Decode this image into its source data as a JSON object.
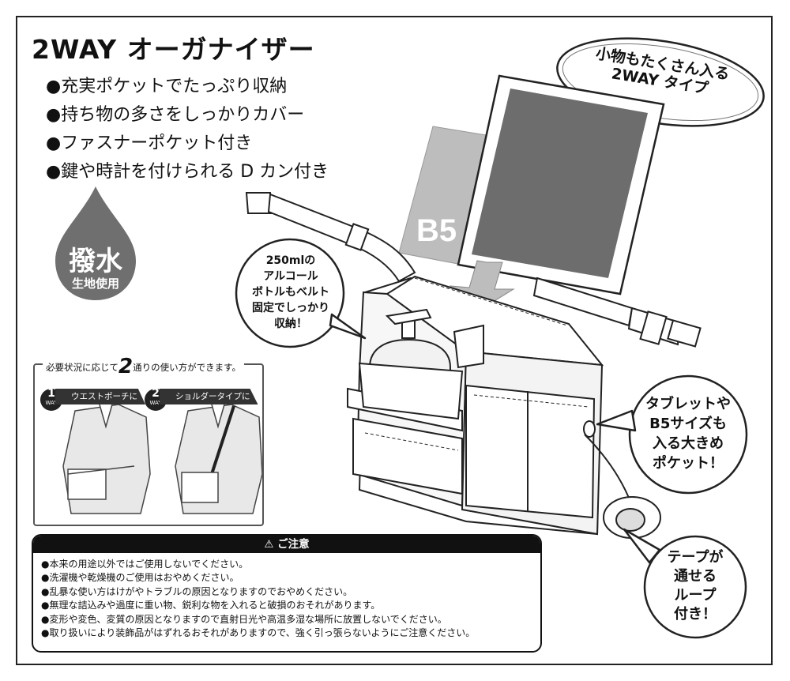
{
  "title": "2WAY オーガナイザー",
  "features": [
    "●充実ポケットでたっぷり収納",
    "●持ち物の多さをしっかりカバー",
    "●ファスナーポケット付き",
    "●鍵や時計を付けられる D カン付き"
  ],
  "badge": {
    "main": "撥水",
    "sub": "生地使用"
  },
  "oval_callout": {
    "line1": "小物もたくさん入る",
    "line2": "2WAY タイプ"
  },
  "b5_label": "B5",
  "bubbles": {
    "bottle": [
      "250mlの",
      "アルコール",
      "ボトルもベルト",
      "固定でしっかり",
      "収納！"
    ],
    "tablet": [
      "タブレットや",
      "B5サイズも",
      "入る大きめ",
      "ポケット！"
    ],
    "tape": [
      "テープが",
      "通せる",
      "ループ",
      "付き！"
    ]
  },
  "usage": {
    "head_before": "必要状況に応じて",
    "head_num": "2",
    "head_after": "通りの使い方ができます。",
    "ways": [
      {
        "num": "1",
        "unit": "WAY",
        "label": "ウエストポーチに"
      },
      {
        "num": "2",
        "unit": "WAY",
        "label": "ショルダータイプに"
      }
    ]
  },
  "caution": {
    "title": "⚠ ご注意",
    "items": [
      "●本来の用途以外ではご使用しないでください。",
      "●洗濯機や乾燥機のご使用はおやめください。",
      "●乱暴な使い方はけがやトラブルの原因となりますのでおやめください。",
      "●無理な詰込みや過度に重い物、鋭利な物を入れると破損のおそれがあります。",
      "●変形や変色、変質の原因となりますので直射日光や高温多湿な場所に放置しないでください。",
      "●取り扱いにより装飾品がはずれるおそれがありますので、強く引っ張らないようにご注意ください。"
    ]
  },
  "colors": {
    "dark": "#111111",
    "gray": "#8a8a8a",
    "tablet_screen": "#6d6d6d",
    "paper": "#bdbdbd",
    "drop": "#6f6f6f",
    "caution_head": "#111111"
  }
}
